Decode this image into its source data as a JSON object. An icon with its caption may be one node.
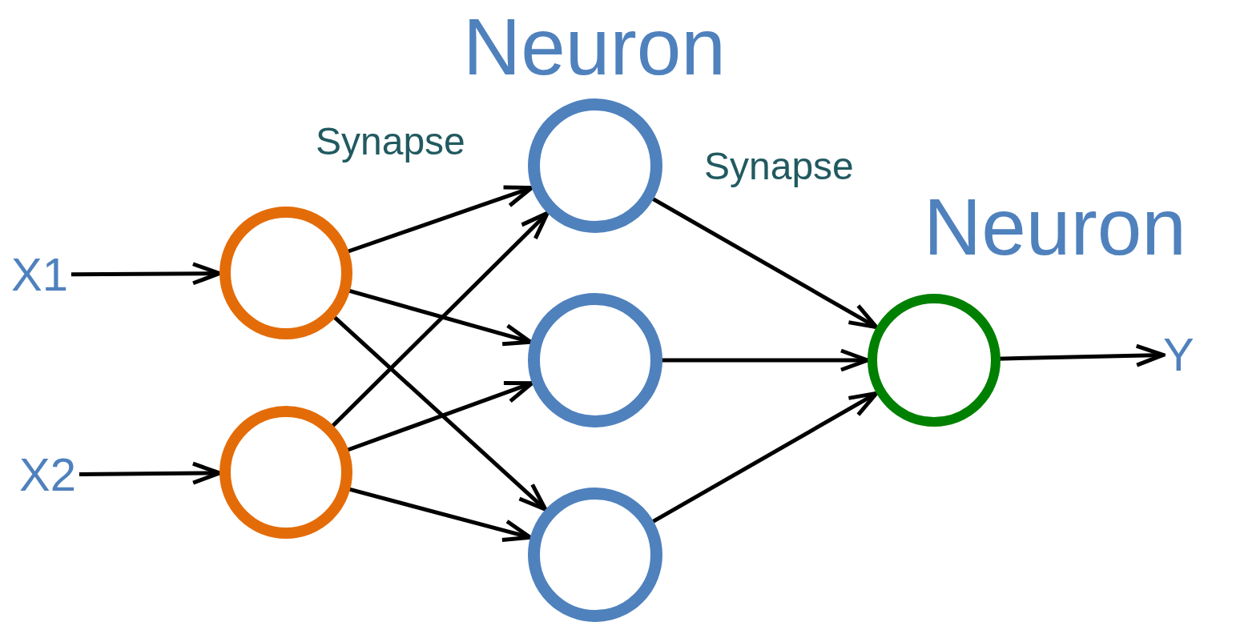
{
  "diagram": {
    "nodes": [
      {
        "text": [
          "X1"
        ]
      },
      {
        "text": [
          "X2"
        ]
      },
      {
        "text": [],
        "shape": "circle"
      },
      {
        "text": [],
        "shape": "circle"
      },
      {
        "text": [],
        "shape": "circle"
      },
      {
        "text": [],
        "shape": "circle"
      },
      {
        "text": [],
        "shape": "circle"
      },
      {
        "text": [],
        "shape": "circle"
      },
      {
        "text": [
          "Y"
        ]
      }
    ],
    "edges": [
      {
        "from": 0,
        "to": 2,
        "arrow": "to"
      },
      {
        "from": 1,
        "to": 3,
        "arrow": "to"
      },
      {
        "from": 2,
        "to": 4,
        "arrow": "to"
      },
      {
        "from": 2,
        "to": 5,
        "arrow": "to"
      },
      {
        "from": 2,
        "to": 6,
        "arrow": "to"
      },
      {
        "from": 3,
        "to": 4,
        "arrow": "to"
      },
      {
        "from": 3,
        "to": 5,
        "arrow": "to"
      },
      {
        "from": 3,
        "to": 6,
        "arrow": "to"
      },
      {
        "from": 4,
        "to": 7,
        "arrow": "to"
      },
      {
        "from": 5,
        "to": 7,
        "arrow": "to"
      },
      {
        "from": 6,
        "to": 7,
        "arrow": "to"
      },
      {
        "from": 7,
        "to": 8,
        "arrow": "to"
      }
    ],
    "labels": [
      "Neuron",
      "Synapse",
      "Synapse",
      "Neuron"
    ]
  }
}
